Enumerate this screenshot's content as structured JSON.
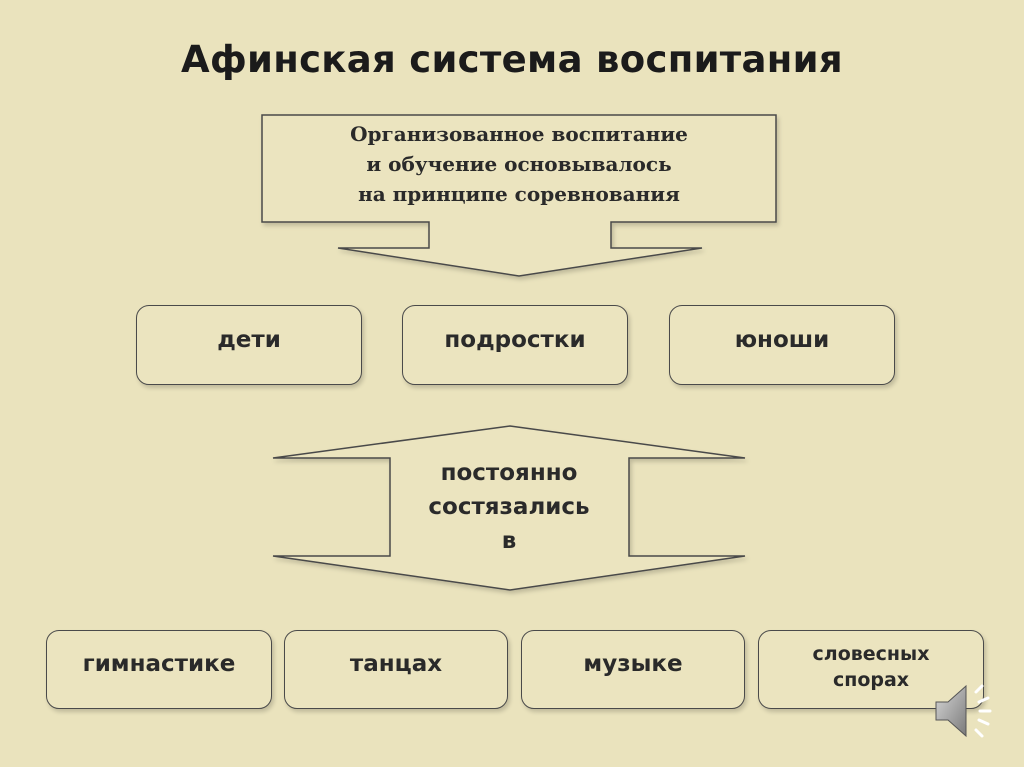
{
  "title": "Афинская система воспитания",
  "callout": {
    "lines": [
      "Организованное воспитание",
      "и обучение основывалось",
      "на принципе соревнования"
    ]
  },
  "groups": [
    {
      "label": "дети"
    },
    {
      "label": "подростки"
    },
    {
      "label": "юноши"
    }
  ],
  "connector": {
    "lines": [
      "постоянно",
      "состязались",
      "в"
    ]
  },
  "activities": [
    {
      "label": "гимнастике"
    },
    {
      "label": "танцах"
    },
    {
      "label": "музыке"
    },
    {
      "lines": [
        "словесных",
        "спорах"
      ]
    }
  ],
  "icons": {
    "audio": "speaker-icon"
  },
  "colors": {
    "background": "#eae3bd",
    "border": "#4a4a4a",
    "text": "#2a2a2a"
  }
}
